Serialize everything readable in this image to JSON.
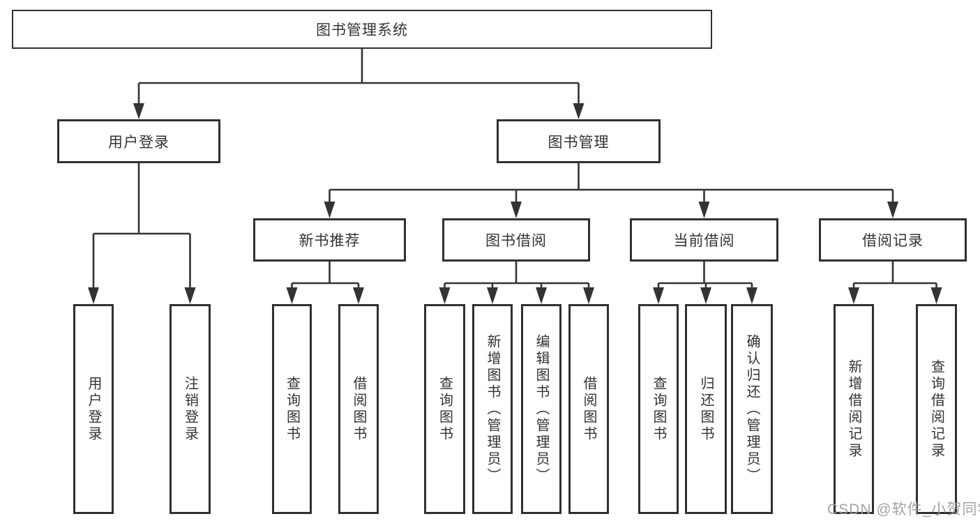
{
  "diagram": {
    "kind": "functional-structure-tree",
    "levels": 4
  },
  "colors": {
    "line": "#333333",
    "box-border": "#303030",
    "box-fill": "#ffffff",
    "text": "#333333",
    "watermark": "#9b9b9b",
    "background": "#ffffff"
  },
  "watermark": "CSDN @软件_小贺同学",
  "tree": {
    "label": "图书管理系统",
    "children": [
      {
        "label": "用户登录",
        "children": [
          {
            "label": "用户登录"
          },
          {
            "label": "注销登录"
          }
        ]
      },
      {
        "label": "图书管理",
        "children": [
          {
            "label": "新书推荐",
            "children": [
              {
                "label": "查询图书"
              },
              {
                "label": "借阅图书"
              }
            ]
          },
          {
            "label": "图书借阅",
            "children": [
              {
                "label": "查询图书"
              },
              {
                "label": "新增图书（管理员）"
              },
              {
                "label": "编辑图书（管理员）"
              },
              {
                "label": "借阅图书"
              }
            ]
          },
          {
            "label": "当前借阅",
            "children": [
              {
                "label": "查询图书"
              },
              {
                "label": "归还图书"
              },
              {
                "label": "确认归还（管理员）"
              }
            ]
          },
          {
            "label": "借阅记录",
            "children": [
              {
                "label": "新增借阅记录"
              },
              {
                "label": "查询借阅记录"
              }
            ]
          }
        ]
      }
    ]
  }
}
